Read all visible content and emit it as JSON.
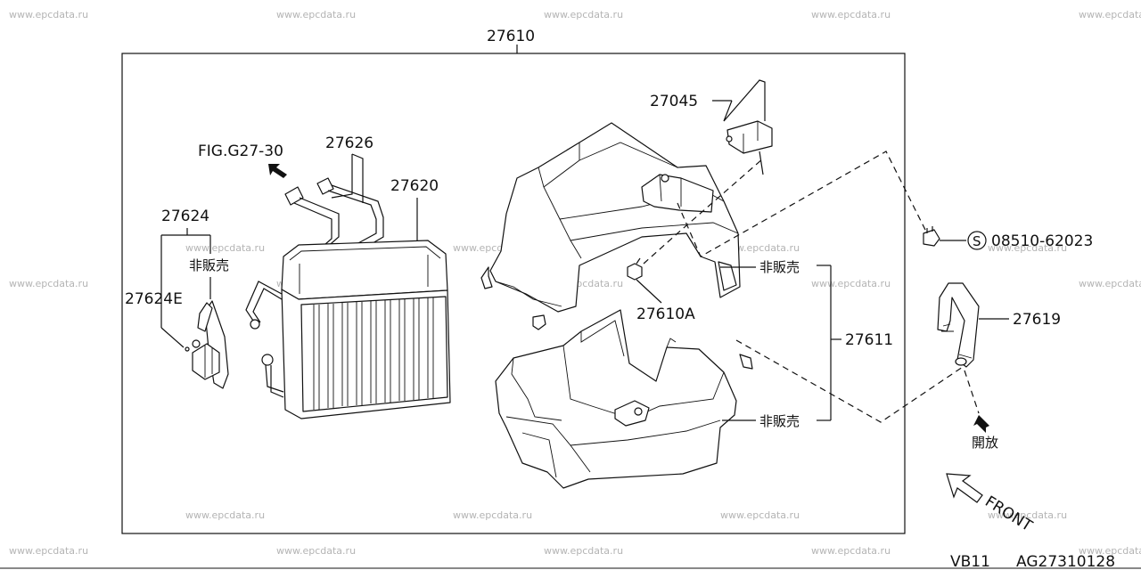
{
  "watermark": "www.epcdata.ru",
  "labels": {
    "assembly": "27610",
    "bracket": "27045",
    "fig_ref": "FIG.G27-30",
    "tube": "27626",
    "evaporator": "27620",
    "valve": "27624",
    "not_for_sale_1": "非販売",
    "valve_part": "27624E",
    "clip": "27610A",
    "case": "27611",
    "not_for_sale_2": "非販売",
    "not_for_sale_3": "非販売",
    "screw": "08510-62023",
    "screw_symbol": "S",
    "hose": "27619",
    "open": "開放",
    "front": "FRONT"
  },
  "footer": {
    "model": "VB11",
    "code": "AG27310128"
  }
}
